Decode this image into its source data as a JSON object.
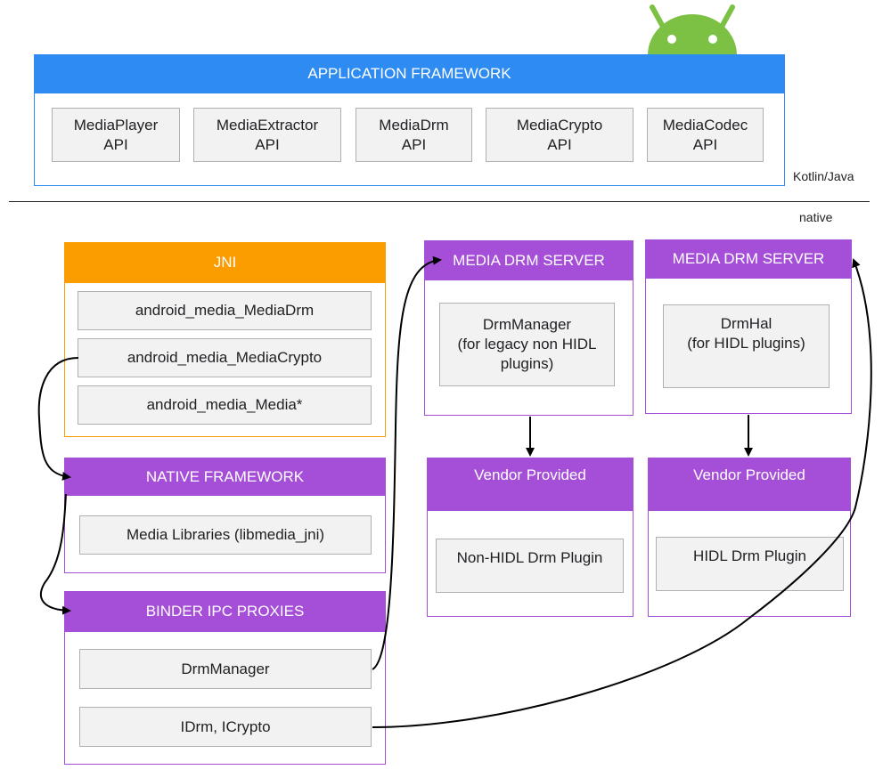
{
  "colors": {
    "framework_blue": "#2e8bf2",
    "jni_orange": "#fb9c00",
    "native_purple": "#a54ed8",
    "inner_box_fill": "#f2f2f2",
    "android_green": "#7cc143"
  },
  "icons": {
    "logo": "android-robot-icon"
  },
  "labels": {
    "kotlin_java": "Kotlin/Java",
    "native": "native"
  },
  "app_framework": {
    "title": "APPLICATION FRAMEWORK",
    "apis": [
      {
        "label": "MediaPlayer\nAPI"
      },
      {
        "label": "MediaExtractor\nAPI"
      },
      {
        "label": "MediaDrm\nAPI"
      },
      {
        "label": "MediaCrypto\nAPI"
      },
      {
        "label": "MediaCodec\nAPI"
      }
    ]
  },
  "jni": {
    "title": "JNI",
    "items": [
      "android_media_MediaDrm",
      "android_media_MediaCrypto",
      "android_media_Media*"
    ]
  },
  "native_framework": {
    "title": "NATIVE FRAMEWORK",
    "item": "Media Libraries (libmedia_jni)"
  },
  "binder": {
    "title": "BINDER IPC PROXIES",
    "items": [
      "DrmManager",
      "IDrm, ICrypto"
    ]
  },
  "drm_server_legacy": {
    "title": "MEDIA DRM SERVER",
    "item": "DrmManager\n(for legacy non HIDL\nplugins)"
  },
  "drm_server_hidl": {
    "title": "MEDIA DRM SERVER",
    "item": "DrmHal\n(for HIDL plugins)"
  },
  "vendor_legacy": {
    "title": "Vendor Provided",
    "item": "Non-HIDL Drm Plugin"
  },
  "vendor_hidl": {
    "title": "Vendor Provided",
    "item": "HIDL Drm Plugin"
  }
}
